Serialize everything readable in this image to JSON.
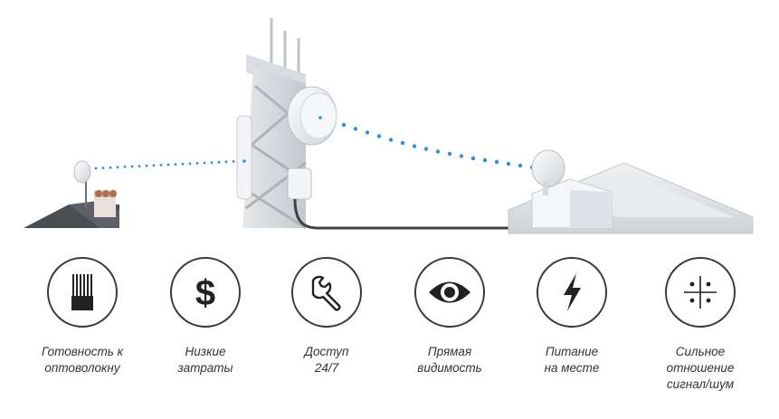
{
  "colors": {
    "link_dot": "#2e8fe0",
    "icon_stroke": "#3a3a3a",
    "text": "#333333",
    "cable": "#3c3f44"
  },
  "scene": {
    "icons": [
      "house-icon",
      "small-dish-icon",
      "tower-icon",
      "sector-antenna-icon",
      "large-dish-icon",
      "building-icon",
      "dish-on-building-icon"
    ]
  },
  "features": [
    {
      "icon": "fiber-icon",
      "lines": [
        "Готовность к",
        "оптоволокну"
      ]
    },
    {
      "icon": "dollar-icon",
      "lines": [
        "Низкие",
        "затраты"
      ]
    },
    {
      "icon": "wrench-icon",
      "lines": [
        "Доступ",
        "24/7"
      ]
    },
    {
      "icon": "eye-icon",
      "lines": [
        "Прямая",
        "видимость"
      ]
    },
    {
      "icon": "lightning-icon",
      "lines": [
        "Питание",
        "на месте"
      ]
    },
    {
      "icon": "crosshair-icon",
      "lines": [
        "Сильное",
        "отношение",
        "сигнал/шум"
      ]
    }
  ]
}
